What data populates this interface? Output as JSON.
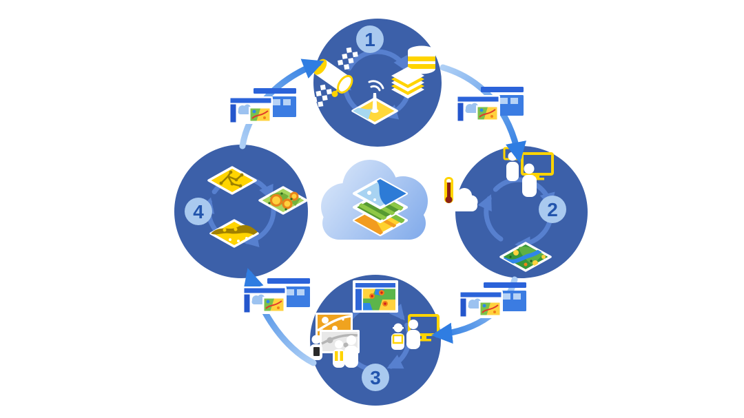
{
  "diagram": {
    "type": "cycle",
    "background_color": "#ffffff",
    "colors": {
      "stage_circle": "#3c60a9",
      "badge_background": "#a9c9ef",
      "badge_number": "#2355ad",
      "inner_cycle_arrow": "#5b84d4",
      "connector_arrow_light": "#aecff5",
      "connector_arrow_dark": "#2f7de2",
      "icon_yellow": "#ffd400",
      "icon_white": "#ffffff",
      "cloud_light": "#d9e7fa",
      "cloud_dark": "#7fa9ea"
    },
    "center": {
      "name": "cloud-platform",
      "icons": [
        "cloud-icon",
        "layered-map-icon"
      ],
      "layers": [
        "imagery-layer-blue",
        "terrain-layer-green",
        "landuse-layer-orange"
      ]
    },
    "stages": [
      {
        "number": "1",
        "name": "collect-data",
        "icons": [
          "satellite-icon",
          "database-layers-icon",
          "sensor-map-icon"
        ]
      },
      {
        "number": "2",
        "name": "share-to-users",
        "icons": [
          "users-devices-icon",
          "weather-sensor-cloud-icon",
          "terrain-map-icon"
        ]
      },
      {
        "number": "3",
        "name": "field-operations",
        "icons": [
          "map-app-window-icon",
          "field-team-maps-icon",
          "operator-desktop-icon"
        ]
      },
      {
        "number": "4",
        "name": "map-analysis",
        "icons": [
          "route-network-map-icon",
          "hotspot-analysis-map-icon",
          "river-map-icon"
        ]
      }
    ],
    "connectors": [
      {
        "name": "stage-4-to-1",
        "from": "4",
        "to": "1",
        "icon": "web-app-windows-icon"
      },
      {
        "name": "stage-1-to-2",
        "from": "1",
        "to": "2",
        "icon": "web-app-windows-icon"
      },
      {
        "name": "stage-2-to-3",
        "from": "2",
        "to": "3",
        "icon": "web-app-windows-icon"
      },
      {
        "name": "stage-3-to-4",
        "from": "3",
        "to": "4",
        "icon": "web-app-windows-icon"
      }
    ]
  }
}
